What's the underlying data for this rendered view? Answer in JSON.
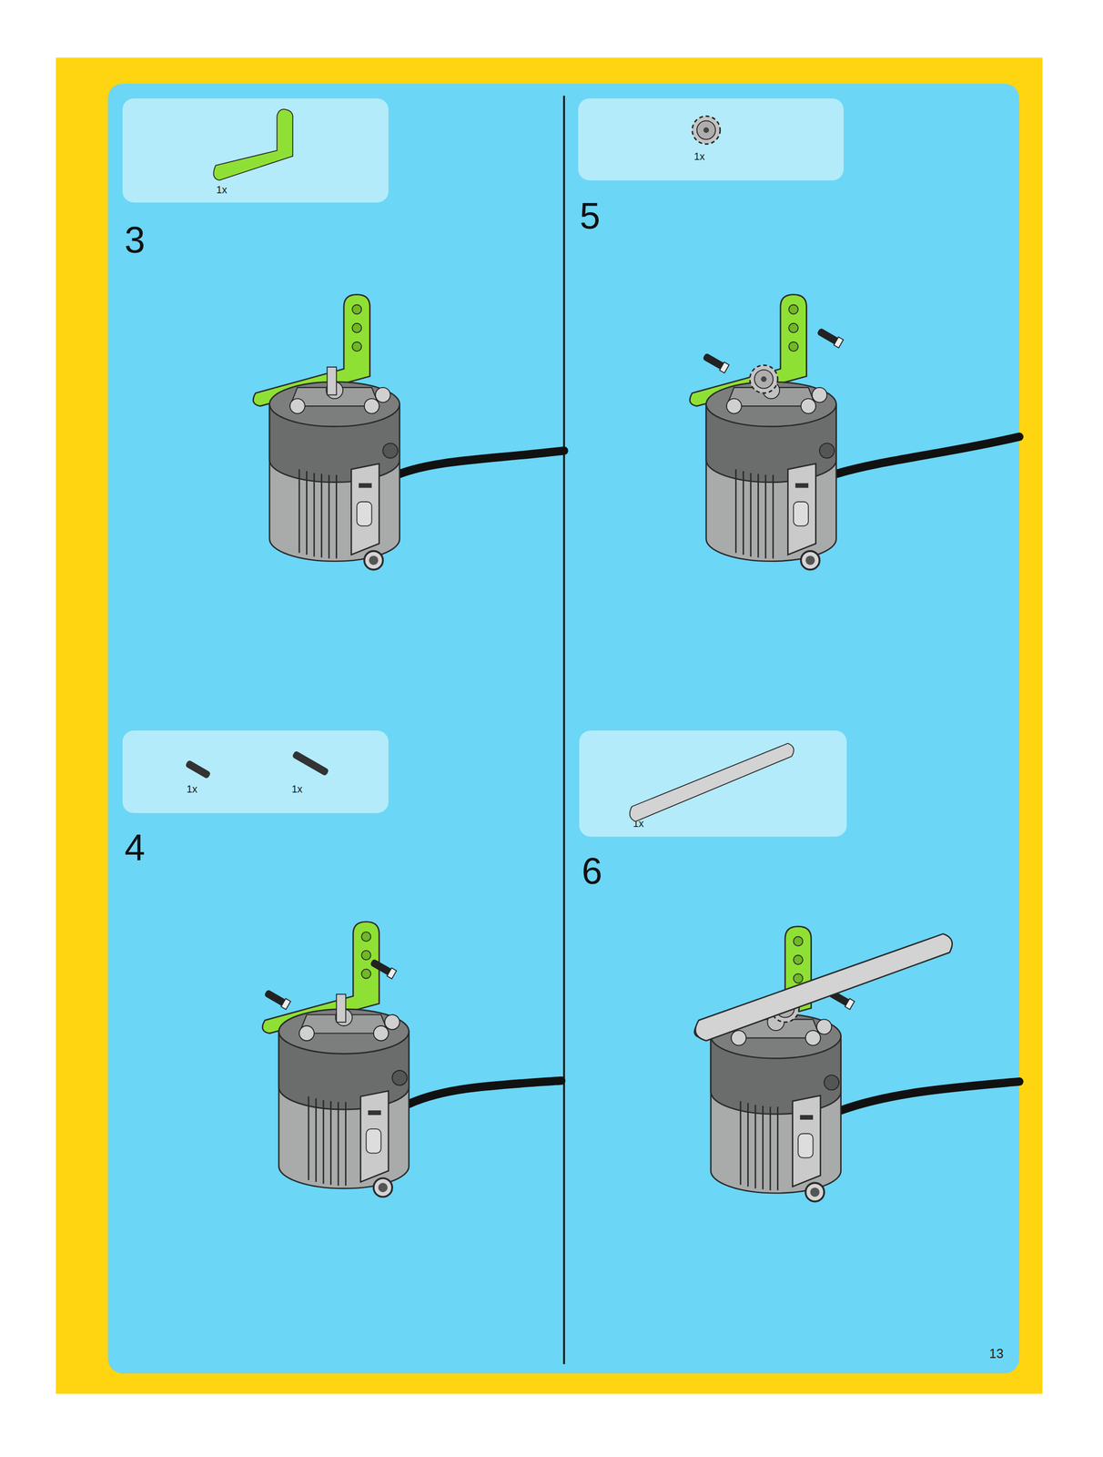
{
  "diagram": {
    "nodes": [
      {
        "text": [
          "1x"
        ]
      },
      {
        "text": [
          "1x",
          "1x"
        ]
      },
      {
        "text": [
          "1x"
        ]
      },
      {
        "text": [
          "1x"
        ]
      }
    ],
    "labels": [
      "3",
      "4",
      "5",
      "6",
      "13"
    ]
  }
}
